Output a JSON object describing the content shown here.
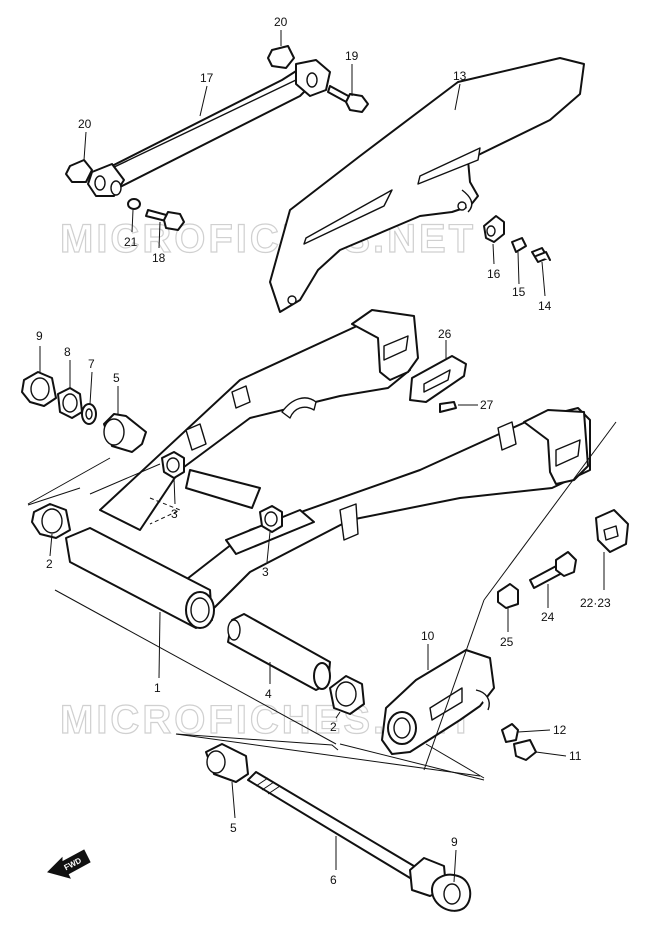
{
  "watermark": "MICROFICHES.NET",
  "fwd_label": "FWD",
  "callouts": {
    "c20a": "20",
    "c19": "19",
    "c17": "17",
    "c13": "13",
    "c20b": "20",
    "c21": "21",
    "c18": "18",
    "c16": "16",
    "c15": "15",
    "c14": "14",
    "c9a": "9",
    "c8": "8",
    "c7": "7",
    "c5a": "5",
    "c26": "26",
    "c27": "27",
    "c3a": "3",
    "c3b": "3",
    "c2a": "2",
    "c22": "22·23",
    "c24": "24",
    "c25": "25",
    "c10": "10",
    "c1": "1",
    "c4": "4",
    "c2b": "2",
    "c12": "12",
    "c11": "11",
    "c5b": "5",
    "c6": "6",
    "c9b": "9"
  }
}
